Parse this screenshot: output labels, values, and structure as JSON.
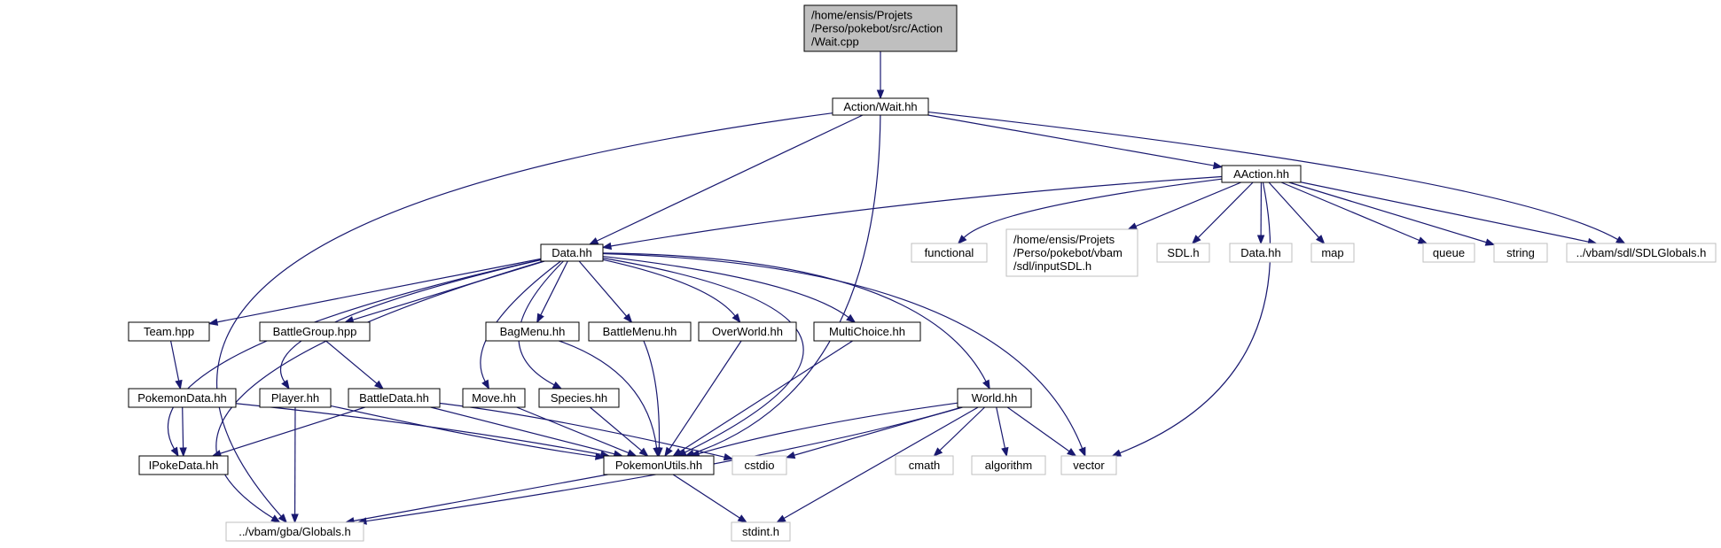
{
  "nodes": [
    {
      "id": "wait_cpp",
      "kind": "root",
      "lines": [
        "/home/ensis/Projets",
        "/Perso/pokebot/src/Action",
        "/Wait.cpp"
      ]
    },
    {
      "id": "wait_hh",
      "kind": "file",
      "lines": [
        "Action/Wait.hh"
      ]
    },
    {
      "id": "aaction",
      "kind": "file",
      "lines": [
        "AAction.hh"
      ]
    },
    {
      "id": "data",
      "kind": "file",
      "lines": [
        "Data.hh"
      ]
    },
    {
      "id": "functional",
      "kind": "ext",
      "lines": [
        "functional"
      ]
    },
    {
      "id": "inputsdl",
      "kind": "ext",
      "lines": [
        "/home/ensis/Projets",
        "/Perso/pokebot/vbam",
        "/sdl/inputSDL.h"
      ]
    },
    {
      "id": "sdl_h",
      "kind": "ext",
      "lines": [
        "SDL.h"
      ]
    },
    {
      "id": "data_ext",
      "kind": "ext",
      "lines": [
        "Data.hh"
      ]
    },
    {
      "id": "map",
      "kind": "ext",
      "lines": [
        "map"
      ]
    },
    {
      "id": "queue",
      "kind": "ext",
      "lines": [
        "queue"
      ]
    },
    {
      "id": "string",
      "kind": "ext",
      "lines": [
        "string"
      ]
    },
    {
      "id": "sdlglobals",
      "kind": "ext",
      "lines": [
        "../vbam/sdl/SDLGlobals.h"
      ]
    },
    {
      "id": "team",
      "kind": "file",
      "lines": [
        "Team.hpp"
      ]
    },
    {
      "id": "battlegroup",
      "kind": "file",
      "lines": [
        "BattleGroup.hpp"
      ]
    },
    {
      "id": "bagmenu",
      "kind": "file",
      "lines": [
        "BagMenu.hh"
      ]
    },
    {
      "id": "battlemenu",
      "kind": "file",
      "lines": [
        "BattleMenu.hh"
      ]
    },
    {
      "id": "overworld",
      "kind": "file",
      "lines": [
        "OverWorld.hh"
      ]
    },
    {
      "id": "multichoice",
      "kind": "file",
      "lines": [
        "MultiChoice.hh"
      ]
    },
    {
      "id": "pokemondata",
      "kind": "file",
      "lines": [
        "PokemonData.hh"
      ]
    },
    {
      "id": "player",
      "kind": "file",
      "lines": [
        "Player.hh"
      ]
    },
    {
      "id": "battledata",
      "kind": "file",
      "lines": [
        "BattleData.hh"
      ]
    },
    {
      "id": "move",
      "kind": "file",
      "lines": [
        "Move.hh"
      ]
    },
    {
      "id": "species",
      "kind": "file",
      "lines": [
        "Species.hh"
      ]
    },
    {
      "id": "world",
      "kind": "file",
      "lines": [
        "World.hh"
      ]
    },
    {
      "id": "ipokedata",
      "kind": "file",
      "lines": [
        "IPokeData.hh"
      ]
    },
    {
      "id": "pokemonutils",
      "kind": "file",
      "lines": [
        "PokemonUtils.hh"
      ]
    },
    {
      "id": "cstdio",
      "kind": "ext",
      "lines": [
        "cstdio"
      ]
    },
    {
      "id": "cmath",
      "kind": "ext",
      "lines": [
        "cmath"
      ]
    },
    {
      "id": "algorithm",
      "kind": "ext",
      "lines": [
        "algorithm"
      ]
    },
    {
      "id": "vector",
      "kind": "ext",
      "lines": [
        "vector"
      ]
    },
    {
      "id": "globals",
      "kind": "ext",
      "lines": [
        "../vbam/gba/Globals.h"
      ]
    },
    {
      "id": "stdint",
      "kind": "ext",
      "lines": [
        "stdint.h"
      ]
    }
  ],
  "edges": [
    [
      "wait_cpp",
      "wait_hh"
    ],
    [
      "wait_hh",
      "aaction"
    ],
    [
      "wait_hh",
      "data"
    ],
    [
      "wait_hh",
      "sdlglobals"
    ],
    [
      "wait_hh",
      "globals"
    ],
    [
      "wait_hh",
      "pokemonutils"
    ],
    [
      "aaction",
      "data"
    ],
    [
      "aaction",
      "functional"
    ],
    [
      "aaction",
      "inputsdl"
    ],
    [
      "aaction",
      "sdl_h"
    ],
    [
      "aaction",
      "data_ext"
    ],
    [
      "aaction",
      "map"
    ],
    [
      "aaction",
      "queue"
    ],
    [
      "aaction",
      "string"
    ],
    [
      "aaction",
      "sdlglobals"
    ],
    [
      "aaction",
      "vector"
    ],
    [
      "data",
      "team"
    ],
    [
      "data",
      "battlegroup"
    ],
    [
      "data",
      "bagmenu"
    ],
    [
      "data",
      "battlemenu"
    ],
    [
      "data",
      "overworld"
    ],
    [
      "data",
      "multichoice"
    ],
    [
      "data",
      "player"
    ],
    [
      "data",
      "move"
    ],
    [
      "data",
      "species"
    ],
    [
      "data",
      "world"
    ],
    [
      "data",
      "ipokedata"
    ],
    [
      "data",
      "pokemonutils"
    ],
    [
      "data",
      "globals"
    ],
    [
      "data",
      "vector"
    ],
    [
      "team",
      "pokemondata"
    ],
    [
      "battlegroup",
      "battledata"
    ],
    [
      "pokemondata",
      "ipokedata"
    ],
    [
      "pokemondata",
      "pokemonutils"
    ],
    [
      "player",
      "pokemonutils"
    ],
    [
      "player",
      "globals"
    ],
    [
      "battledata",
      "ipokedata"
    ],
    [
      "battledata",
      "pokemonutils"
    ],
    [
      "battledata",
      "cstdio"
    ],
    [
      "move",
      "pokemonutils"
    ],
    [
      "species",
      "pokemonutils"
    ],
    [
      "bagmenu",
      "pokemonutils"
    ],
    [
      "battlemenu",
      "pokemonutils"
    ],
    [
      "overworld",
      "pokemonutils"
    ],
    [
      "multichoice",
      "pokemonutils"
    ],
    [
      "world",
      "pokemonutils"
    ],
    [
      "world",
      "cstdio"
    ],
    [
      "world",
      "cmath"
    ],
    [
      "world",
      "algorithm"
    ],
    [
      "world",
      "vector"
    ],
    [
      "world",
      "globals"
    ],
    [
      "world",
      "stdint"
    ],
    [
      "pokemonutils",
      "globals"
    ],
    [
      "pokemonutils",
      "stdint"
    ]
  ]
}
